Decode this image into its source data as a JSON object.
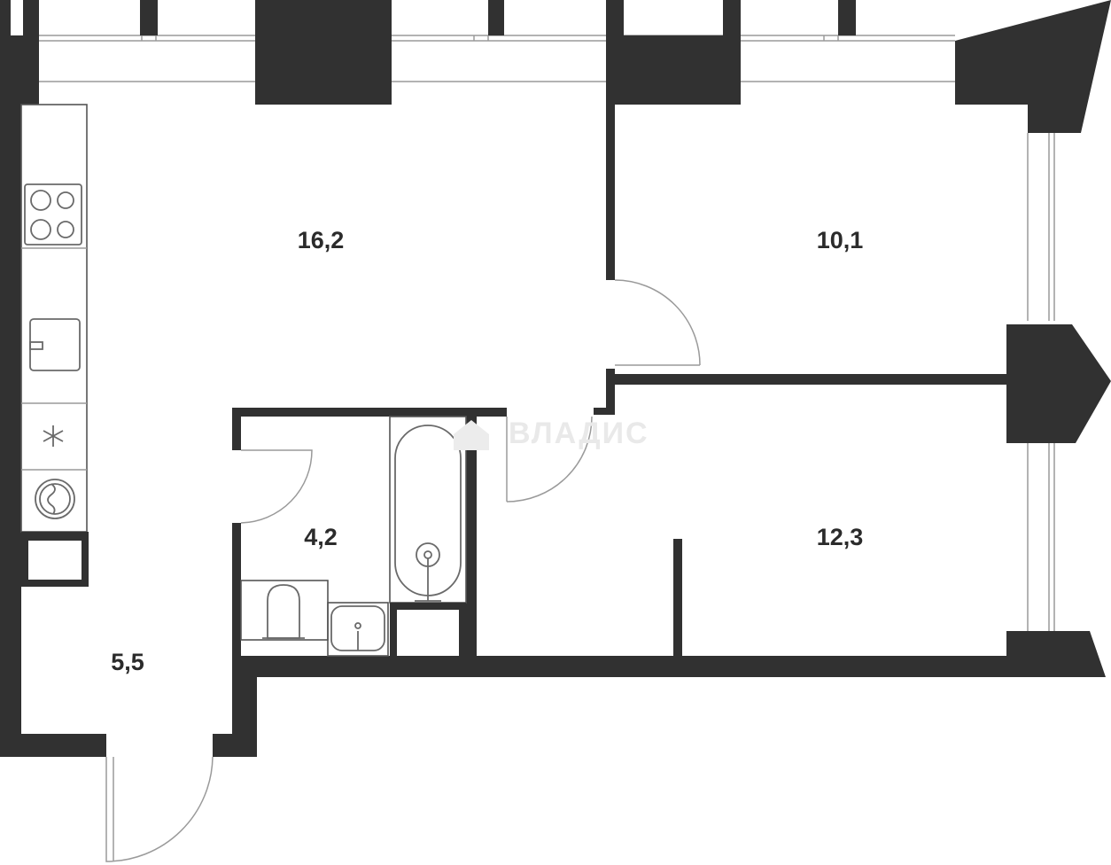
{
  "rooms": {
    "living_kitchen": {
      "area": "16,2"
    },
    "bedroom_north": {
      "area": "10,1"
    },
    "bedroom_south": {
      "area": "12,3"
    },
    "bathroom": {
      "area": "4,2"
    },
    "hallway": {
      "area": "5,5"
    }
  },
  "watermark": {
    "text": "ВЛАДИС"
  },
  "colors": {
    "wall": "#313131",
    "line": "#9a9a9a",
    "background": "#ffffff"
  }
}
